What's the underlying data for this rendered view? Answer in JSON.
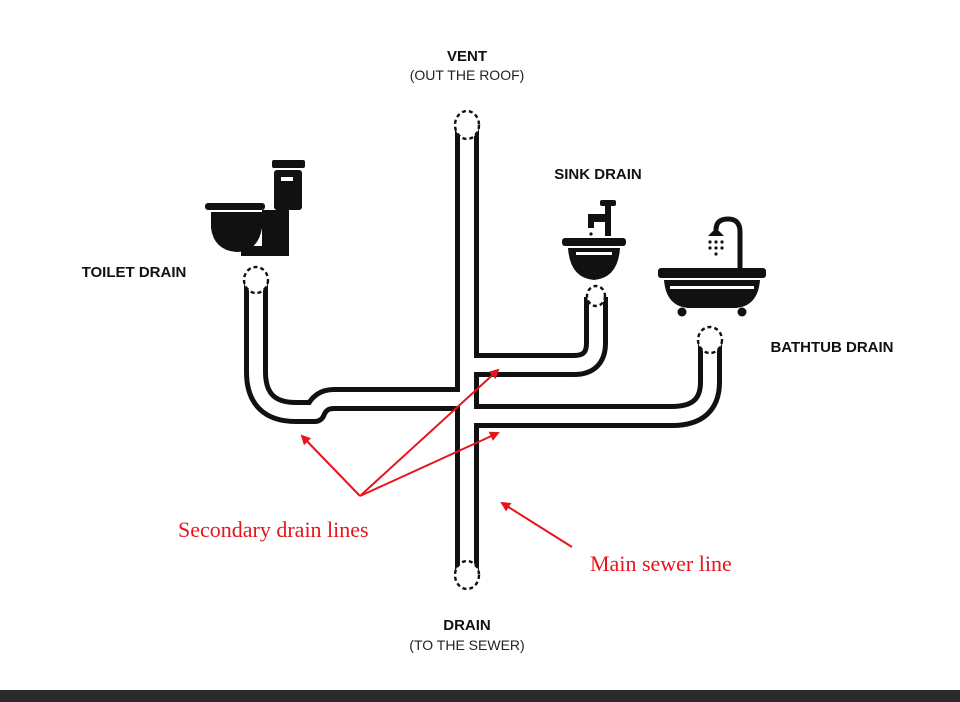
{
  "labels": {
    "vent_title": "VENT",
    "vent_sub": "(OUT THE ROOF)",
    "sink": "SINK DRAIN",
    "toilet": "TOILET DRAIN",
    "bathtub": "BATHTUB DRAIN",
    "drain_title": "DRAIN",
    "drain_sub": "(TO THE SEWER)"
  },
  "annotations": {
    "secondary": "Secondary drain lines",
    "main": "Main sewer line"
  },
  "colors": {
    "pipe": "#111111",
    "annotation": "#e8141c",
    "footer": "#2a2a2d"
  },
  "icons": [
    "toilet-icon",
    "sink-icon",
    "bathtub-icon",
    "shower-head-icon"
  ]
}
